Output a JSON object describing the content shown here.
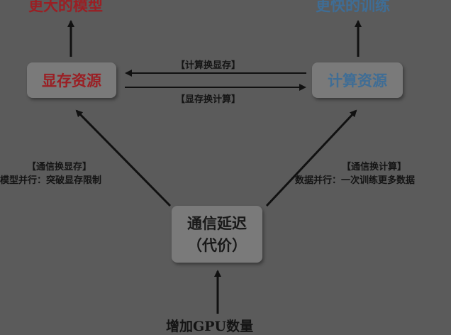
{
  "goals": {
    "left": "更大的模型",
    "right": "更快的训练"
  },
  "nodes": {
    "memory": "显存资源",
    "compute": "计算资源",
    "comm_line1": "通信延迟",
    "comm_line2": "（代价）"
  },
  "edges": {
    "compute_to_memory": "【计算换显存】",
    "memory_to_compute": "【显存换计算】",
    "comm_to_memory_title": "【通信换显存】",
    "comm_to_memory_desc": "模型并行：突破显存限制",
    "comm_to_compute_title": "【通信换计算】",
    "comm_to_compute_desc": "数据并行：一次训练更多数据"
  },
  "bottom_label": "增加GPU数量",
  "colors": {
    "background": "#5b5b5b",
    "node_fill": "#7a7a7a",
    "memory_red": "#9a1f24",
    "compute_blue": "#3f6d95",
    "text_dark": "#141414"
  }
}
